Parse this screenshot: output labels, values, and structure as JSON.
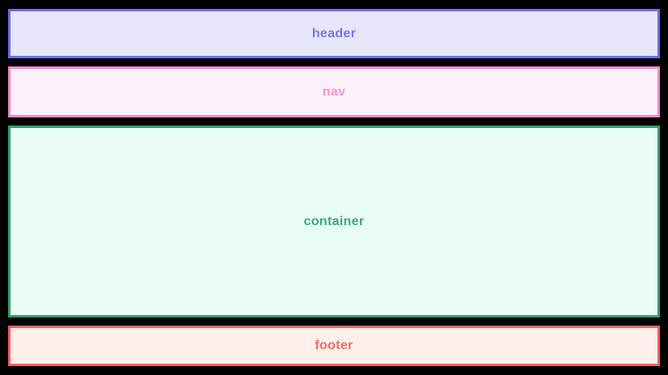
{
  "page": {
    "background": "#000000"
  },
  "sections": {
    "header": {
      "label": "header",
      "colors": {
        "bg": "#e6e6fb",
        "border": "#6e6af0",
        "text": "#7b74ec"
      }
    },
    "nav": {
      "label": "nav",
      "colors": {
        "bg": "#fef0f8",
        "border": "#f287c9",
        "text": "#f394ce"
      }
    },
    "container": {
      "label": "container",
      "colors": {
        "bg": "#e9fcf3",
        "border": "#30a070",
        "text": "#3cab77"
      }
    },
    "footer": {
      "label": "footer",
      "colors": {
        "bg": "#fff0ee",
        "border": "#f7605a",
        "text": "#ef6a61"
      }
    }
  }
}
